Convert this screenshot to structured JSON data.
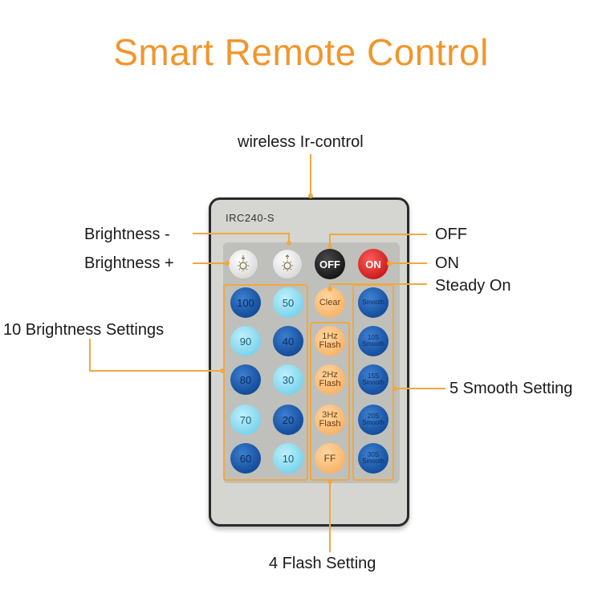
{
  "title": "Smart Remote Control",
  "model": "IRC240-S",
  "labels": {
    "wireless": "wireless Ir-control",
    "brightness_minus": "Brightness -",
    "brightness_plus": "Brightness +",
    "off": "OFF",
    "on": "ON",
    "steady_on": "Steady On",
    "brightness_settings": "10 Brightness Settings",
    "smooth_setting": "5 Smooth Setting",
    "flash_setting": "4 Flash Setting"
  },
  "buttons": {
    "off": "OFF",
    "on": "ON",
    "clear": "Clear",
    "smooth": "Smooth",
    "b100": "100",
    "b50": "50",
    "b90": "90",
    "b40": "40",
    "b80": "80",
    "b30": "30",
    "b70": "70",
    "b20": "20",
    "b60": "60",
    "b10": "10",
    "flash1": "1Hz Flash",
    "flash2": "2Hz Flash",
    "flash3": "3Hz Flash",
    "ff": "FF",
    "smooth1": "10S Smooth",
    "smooth2": "15S Smooth",
    "smooth3": "20S Smooth",
    "smooth4": "30S Smooth"
  },
  "colors": {
    "accent": "#f0962d",
    "callout": "#f0a840",
    "dark_blue": "#144d9b",
    "light_blue": "#78d3ec",
    "orange_button": "#f8b367",
    "on_red": "#c91a1a"
  },
  "icons": {
    "brightness_minus": "sun-down-arrow-icon",
    "brightness_plus": "sun-up-arrow-icon"
  }
}
